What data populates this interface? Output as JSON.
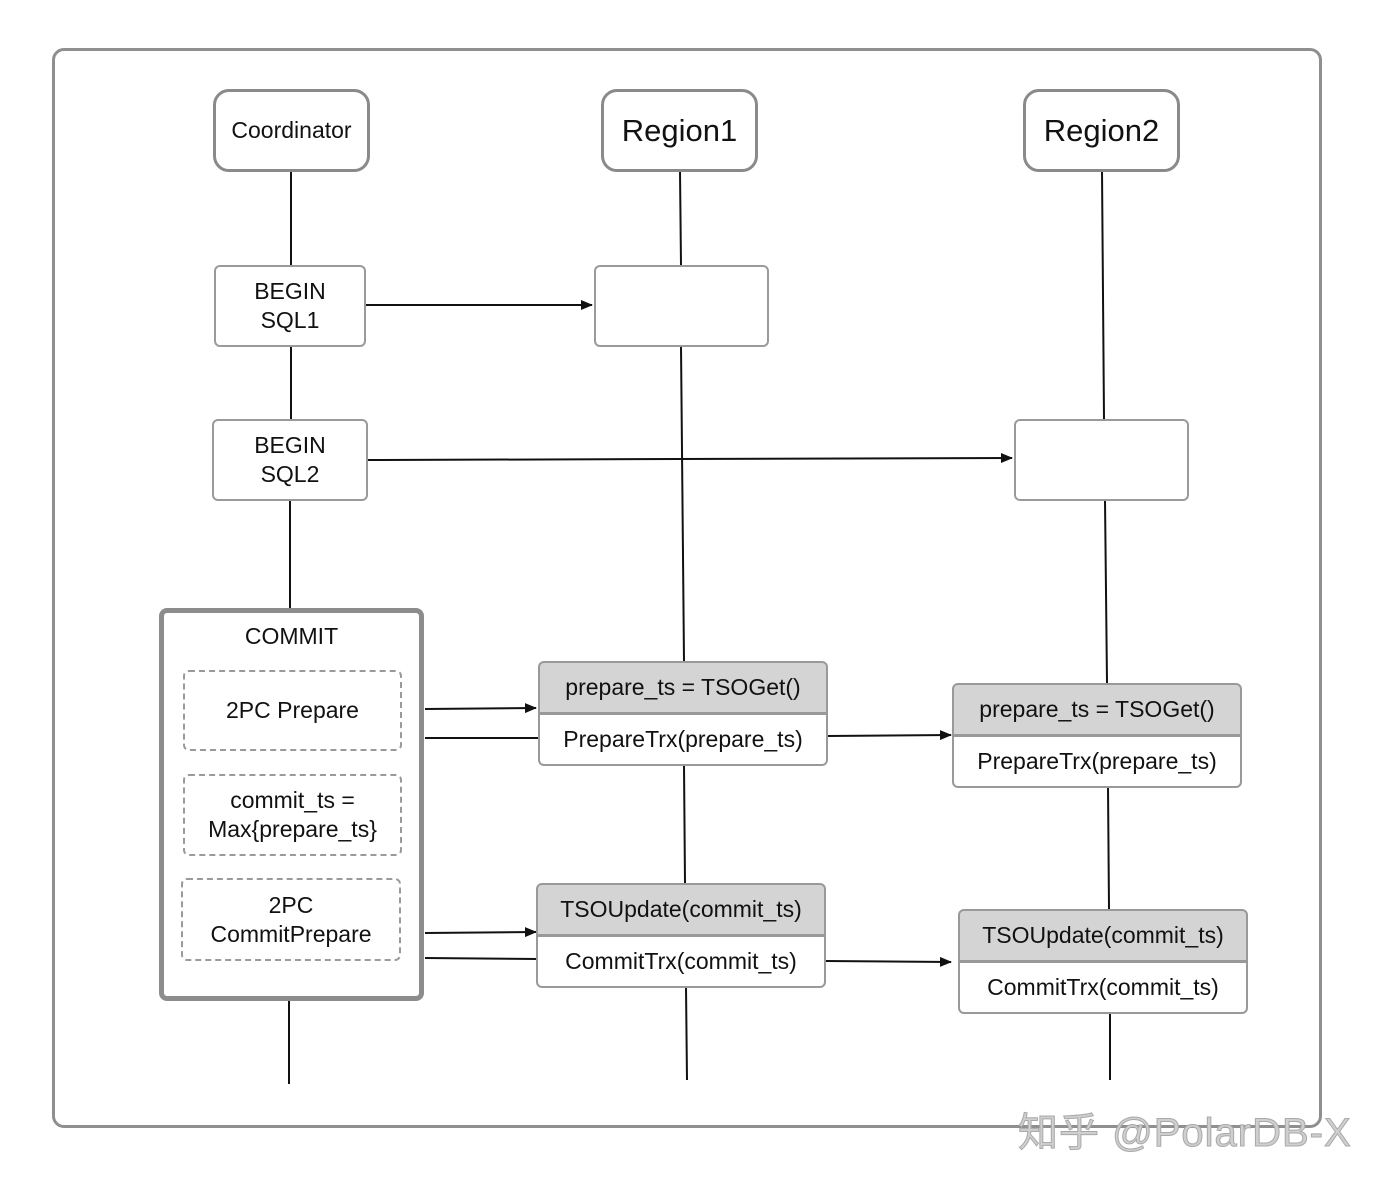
{
  "participants": {
    "coordinator": "Coordinator",
    "region1": "Region1",
    "region2": "Region2"
  },
  "coordinator_steps": {
    "begin_sql1": "BEGIN\nSQL1",
    "begin_sql2": "BEGIN\nSQL2"
  },
  "commit_group": {
    "title": "COMMIT",
    "prepare": "2PC Prepare",
    "commit_ts": "commit_ts =\nMax{prepare_ts}",
    "commit_prepare": "2PC\nCommitPrepare"
  },
  "region1": {
    "tso_get": "prepare_ts = TSOGet()",
    "prepare_trx": "PrepareTrx(prepare_ts)",
    "tso_update": "TSOUpdate(commit_ts)",
    "commit_trx": "CommitTrx(commit_ts)"
  },
  "region2": {
    "tso_get": "prepare_ts = TSOGet()",
    "prepare_trx": "PrepareTrx(prepare_ts)",
    "tso_update": "TSOUpdate(commit_ts)",
    "commit_trx": "CommitTrx(commit_ts)"
  },
  "watermark": "知乎 @PolarDB-X",
  "colors": {
    "stroke": "#8a8a8a",
    "highlight_fill": "#d4d4d4",
    "line": "#111111"
  }
}
